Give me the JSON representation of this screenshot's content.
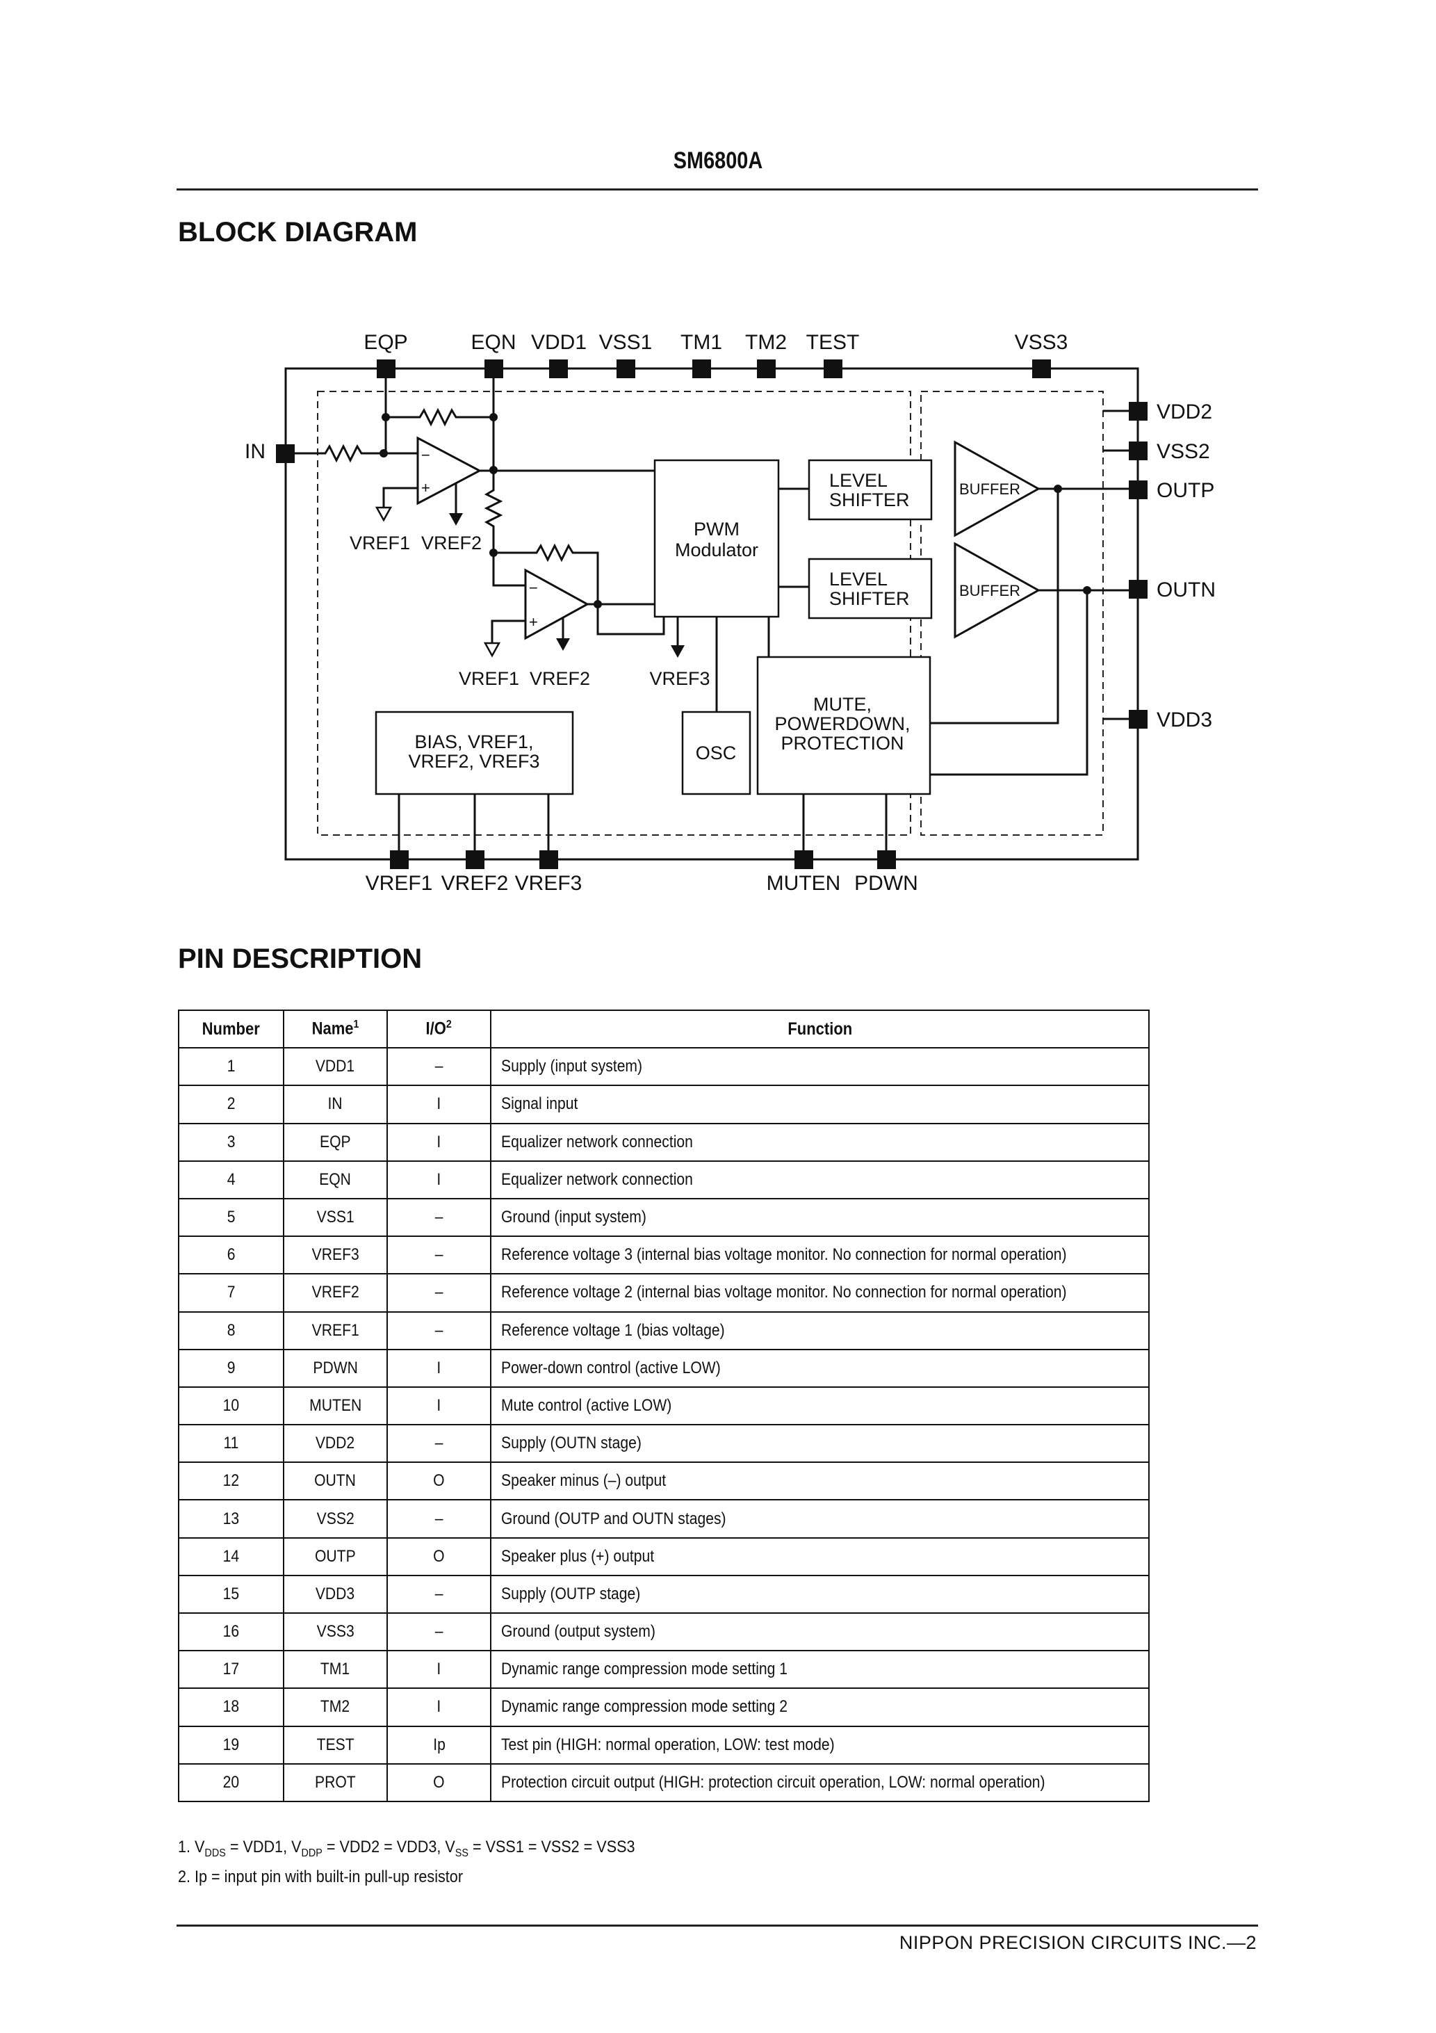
{
  "header": {
    "title": "SM6800A"
  },
  "block_diagram": {
    "title": "BLOCK DIAGRAM",
    "top_pins": [
      "EQP",
      "EQN",
      "VDD1",
      "VSS1",
      "TM1",
      "TM2",
      "TEST",
      "VSS3"
    ],
    "left_pins": [
      "IN"
    ],
    "right_pins": [
      "VDD2",
      "VSS2",
      "OUTP",
      "OUTN",
      "VDD3"
    ],
    "bottom_pins": [
      "VREF1",
      "VREF2",
      "VREF3",
      "MUTEN",
      "PDWN"
    ],
    "blocks": {
      "pwm": [
        "PWM",
        "Modulator"
      ],
      "level_shifter_1": [
        "LEVEL",
        "SHIFTER"
      ],
      "level_shifter_2": [
        "LEVEL",
        "SHIFTER"
      ],
      "buffer_1": "BUFFER",
      "buffer_2": "BUFFER",
      "mute": [
        "MUTE,",
        "POWERDOWN,",
        "PROTECTION"
      ],
      "osc": "OSC",
      "bias": [
        "BIAS, VREF1,",
        "VREF2, VREF3"
      ]
    },
    "internal_labels": {
      "amp1_vref1": "VREF1",
      "amp1_vref2": "VREF2",
      "amp2_vref1": "VREF1",
      "amp2_vref2": "VREF2",
      "pwm_vref3": "VREF3",
      "minus": "−",
      "plus": "+"
    }
  },
  "pin_description": {
    "title": "PIN DESCRIPTION",
    "columns": {
      "number": "Number",
      "name": "Name",
      "name_sup": "1",
      "io": "I/O",
      "io_sup": "2",
      "function": "Function"
    },
    "rows": [
      {
        "number": "1",
        "name": "VDD1",
        "io": "–",
        "function": "Supply (input system)"
      },
      {
        "number": "2",
        "name": "IN",
        "io": "I",
        "function": "Signal input"
      },
      {
        "number": "3",
        "name": "EQP",
        "io": "I",
        "function": "Equalizer network connection"
      },
      {
        "number": "4",
        "name": "EQN",
        "io": "I",
        "function": "Equalizer network connection"
      },
      {
        "number": "5",
        "name": "VSS1",
        "io": "–",
        "function": "Ground (input system)"
      },
      {
        "number": "6",
        "name": "VREF3",
        "io": "–",
        "function": "Reference voltage 3 (internal bias voltage monitor. No connection for normal operation)"
      },
      {
        "number": "7",
        "name": "VREF2",
        "io": "–",
        "function": "Reference voltage 2 (internal bias voltage monitor. No connection for normal operation)"
      },
      {
        "number": "8",
        "name": "VREF1",
        "io": "–",
        "function": "Reference voltage 1 (bias voltage)"
      },
      {
        "number": "9",
        "name": "PDWN",
        "io": "I",
        "function": "Power-down control (active LOW)"
      },
      {
        "number": "10",
        "name": "MUTEN",
        "io": "I",
        "function": "Mute control (active LOW)"
      },
      {
        "number": "11",
        "name": "VDD2",
        "io": "–",
        "function": "Supply (OUTN stage)"
      },
      {
        "number": "12",
        "name": "OUTN",
        "io": "O",
        "function": "Speaker minus (–) output"
      },
      {
        "number": "13",
        "name": "VSS2",
        "io": "–",
        "function": "Ground (OUTP and OUTN stages)"
      },
      {
        "number": "14",
        "name": "OUTP",
        "io": "O",
        "function": "Speaker plus (+) output"
      },
      {
        "number": "15",
        "name": "VDD3",
        "io": "–",
        "function": "Supply (OUTP stage)"
      },
      {
        "number": "16",
        "name": "VSS3",
        "io": "–",
        "function": "Ground (output system)"
      },
      {
        "number": "17",
        "name": "TM1",
        "io": "I",
        "function": "Dynamic range compression mode setting 1"
      },
      {
        "number": "18",
        "name": "TM2",
        "io": "I",
        "function": "Dynamic range compression mode setting 2"
      },
      {
        "number": "19",
        "name": "TEST",
        "io": "Ip",
        "function": "Test pin (HIGH: normal operation, LOW: test mode)"
      },
      {
        "number": "20",
        "name": "PROT",
        "io": "O",
        "function": "Protection circuit output (HIGH: protection circuit operation, LOW: normal operation)"
      }
    ]
  },
  "notes": {
    "note1": {
      "prefix": "1. V",
      "sub1": "DDS",
      "part2": " = VDD1, V",
      "sub2": "DDP",
      "part3": " = VDD2 = VDD3, V",
      "sub3": "SS",
      "part4": " = VSS1 = VSS2 = VSS3"
    },
    "note2": "2. Ip = input pin with built-in pull-up resistor"
  },
  "footer": {
    "text": "NIPPON PRECISION CIRCUITS INC.—2"
  }
}
